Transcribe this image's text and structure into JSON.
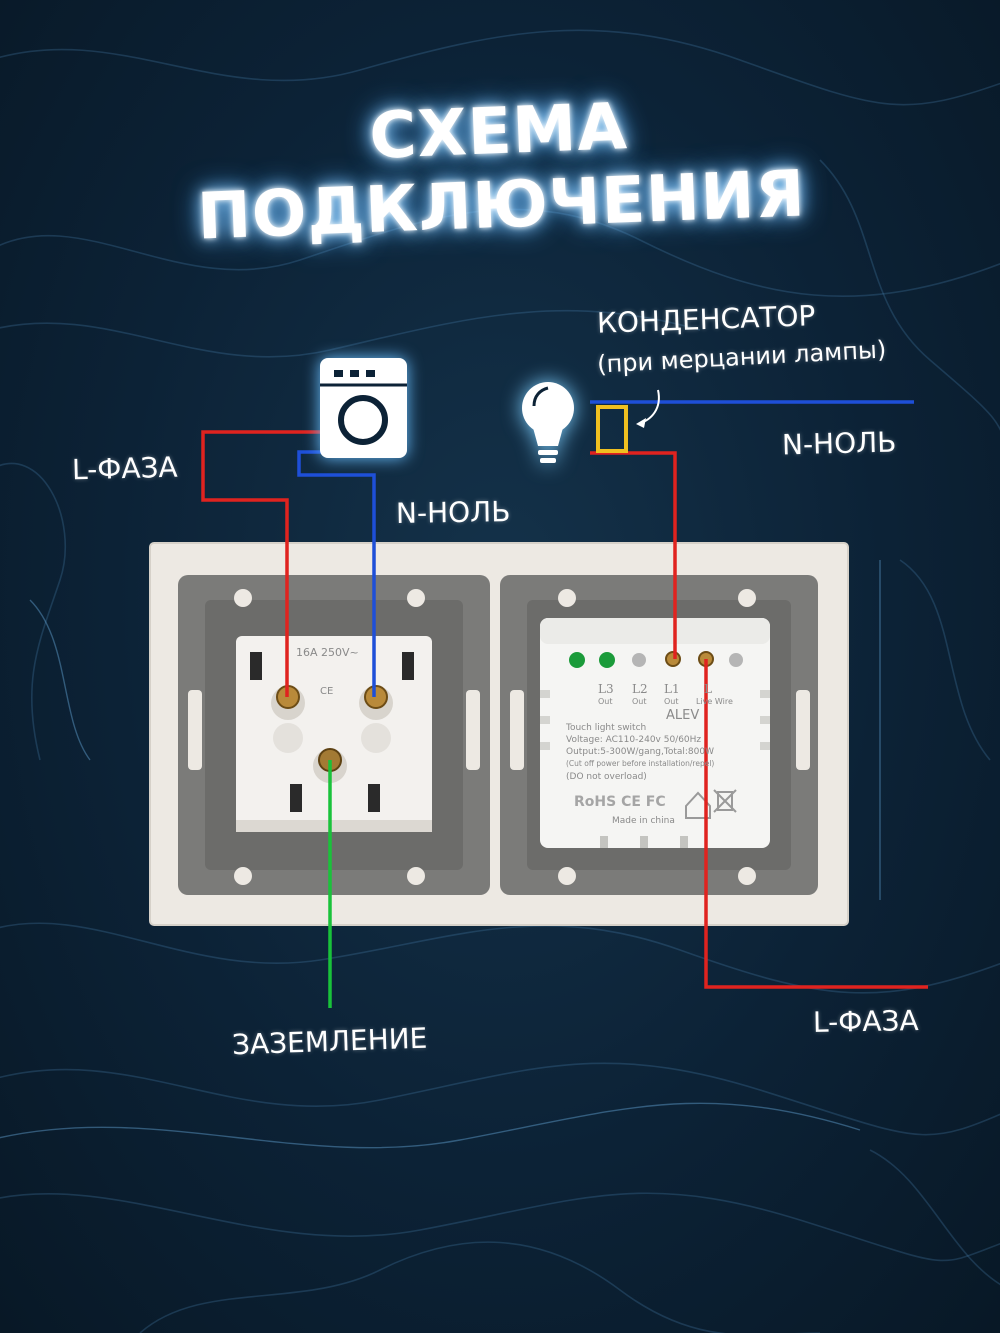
{
  "title": "СХЕМА ПОДКЛЮЧЕНИЯ",
  "labels": {
    "left_phase": "L-ФАЗА",
    "left_neutral": "N-НОЛЬ",
    "capacitor_title": "КОНДЕНСАТОР",
    "capacitor_note": "(при мерцании лампы)",
    "right_neutral": "N-НОЛЬ",
    "ground": "ЗАЗЕМЛЕНИЕ",
    "right_phase": "L-ФАЗА"
  },
  "socket": {
    "rating": "16A 250V~",
    "mark": "CE"
  },
  "switch_module": {
    "terminals": [
      "L3",
      "L2",
      "L1",
      "L"
    ],
    "terminal_sub": [
      "Out",
      "Out",
      "Out",
      "Live Wire"
    ],
    "brand": "ALEV",
    "spec_lines": [
      "Touch light switch",
      "Voltage: AC110-240v 50/60Hz",
      "Output:5-300W/gang,Total:800W",
      "(Cut off power before installation/repel)",
      "(DO not overload)"
    ],
    "cert": "RoHS CE FC",
    "made_in": "Made in china"
  },
  "icons": [
    "washing-machine-icon",
    "light-bulb-icon",
    "capacitor-icon",
    "curved-arrow-icon",
    "house-icon",
    "recycle-bin-icon"
  ],
  "colors": {
    "background": "#0c2236",
    "phase_wire": "#e0231f",
    "neutral_wire": "#1e4fd8",
    "ground_wire": "#19c23a",
    "capacitor": "#f0c020",
    "frame": "#ede9e3",
    "mount_plate": "#7a7a78",
    "module": "#f4f4f2"
  }
}
